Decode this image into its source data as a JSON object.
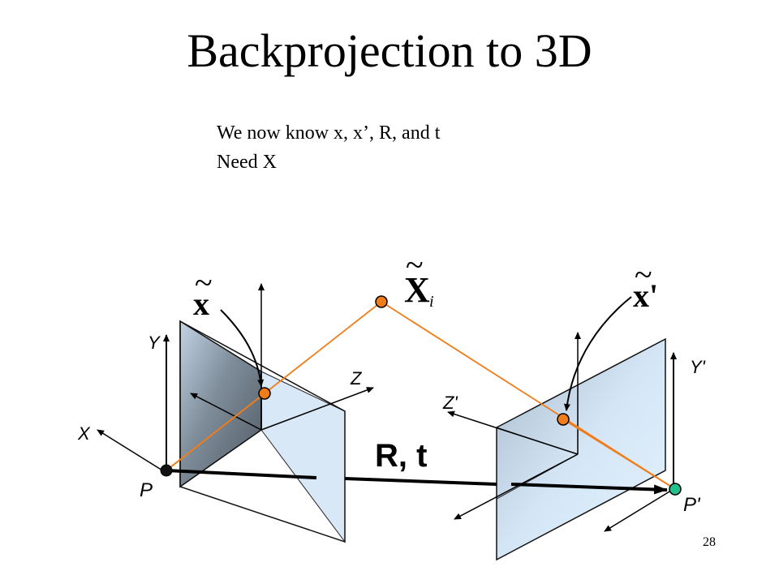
{
  "title": "Backprojection to 3D",
  "note": {
    "line1": "We now know x, x’,  R,  and  t",
    "line2": "Need X"
  },
  "labels": {
    "x_tilde": "x",
    "x_prime_tilde": "x'",
    "X_tilde": "X",
    "X_subscript": "i",
    "rt": "R, t",
    "axis_Y": "Y",
    "axis_Z": "Z",
    "axis_X": "X",
    "center_P": "P",
    "axis_Y_prime": "Y'",
    "axis_Z_prime": "Z'",
    "center_P_prime": "P'",
    "tilde": "~"
  },
  "slide_number": "28",
  "colors": {
    "ray": "#f07d1a",
    "point": "#f07d1a",
    "camera2_center": "#22c08a",
    "plane_light": "#dbe9f6",
    "plane_dark": "#5b6672"
  }
}
